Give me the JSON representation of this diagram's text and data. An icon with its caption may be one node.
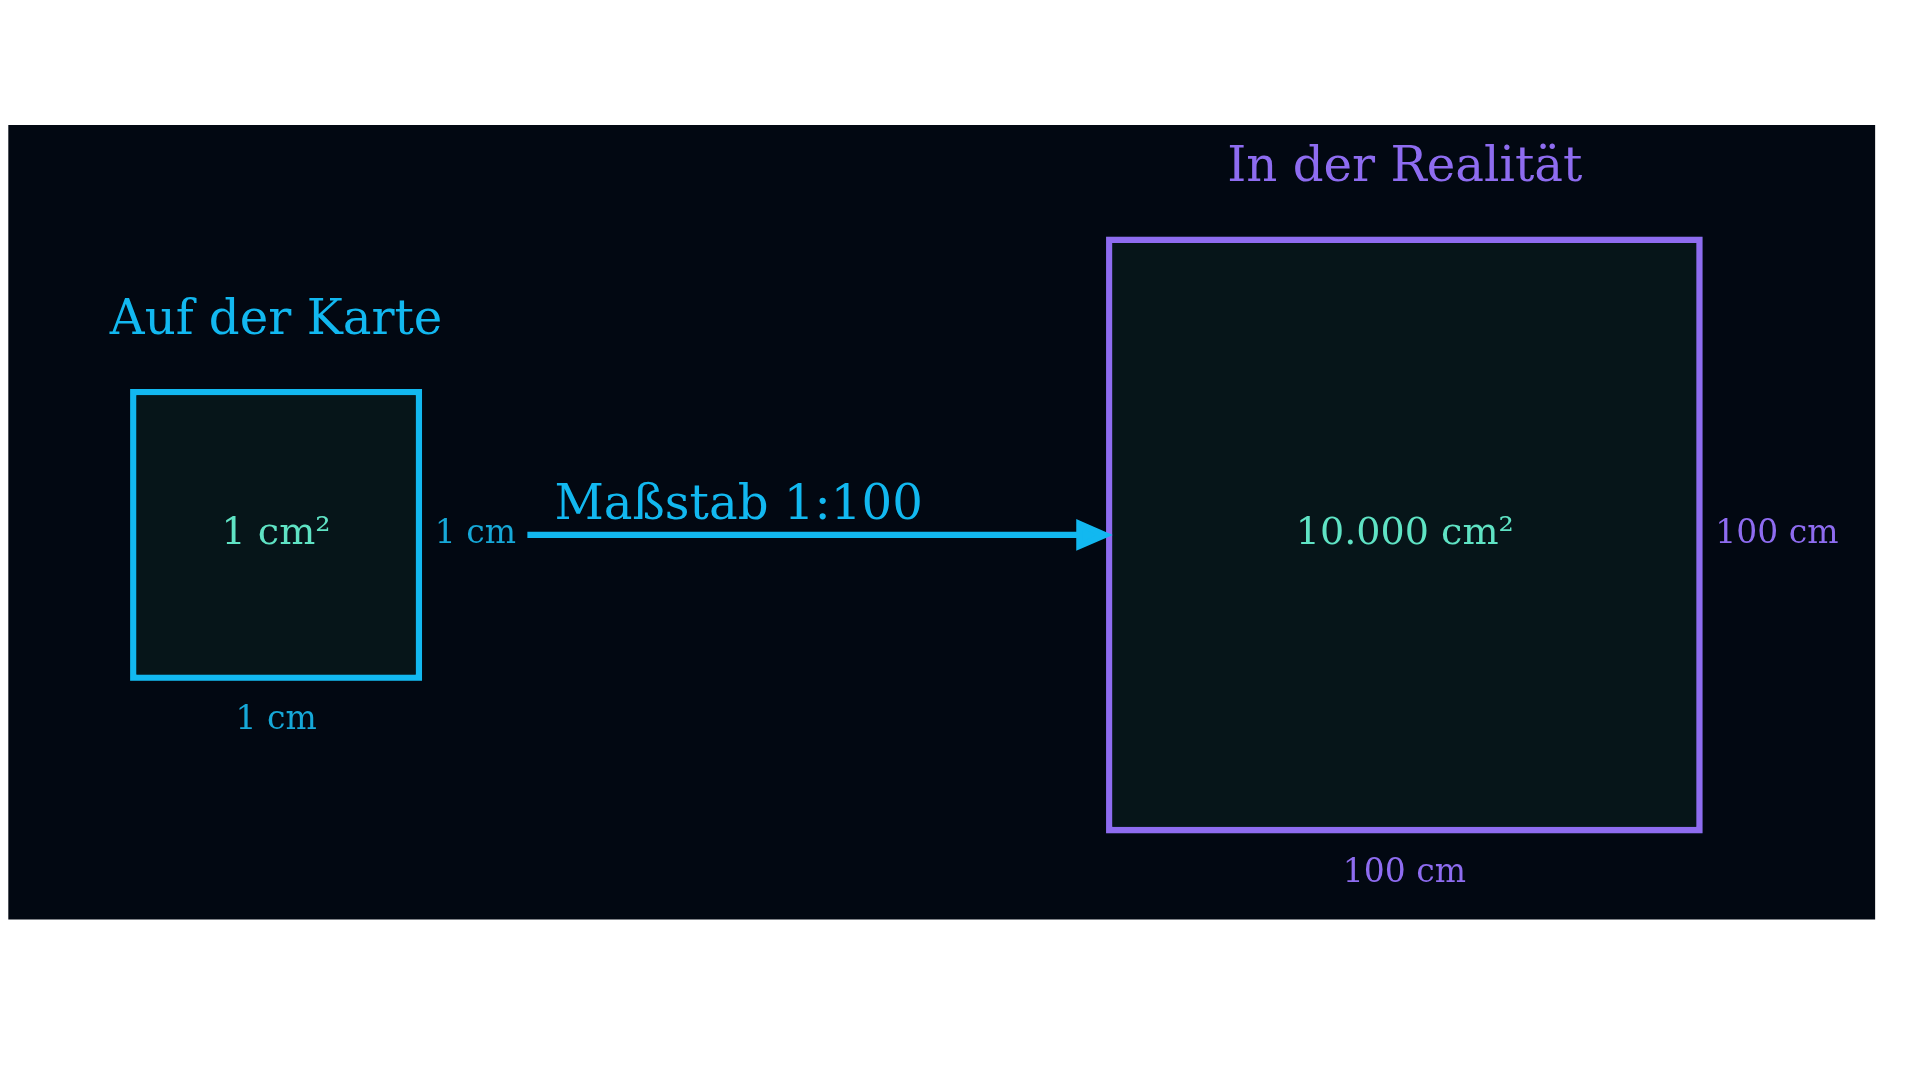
{
  "diagram": {
    "nodes": [
      {
        "text": [
          "Auf der Karte",
          "1 cm²"
        ],
        "beside": [
          "1 cm",
          "1 cm"
        ]
      },
      {
        "text": [
          "In der Realität",
          "10.000 cm²"
        ],
        "beside": [
          "100 cm",
          "100 cm"
        ]
      }
    ],
    "edges": [
      {
        "from": 0,
        "to": 1,
        "arrow": "to",
        "label": "Maßstab 1:100"
      }
    ]
  }
}
